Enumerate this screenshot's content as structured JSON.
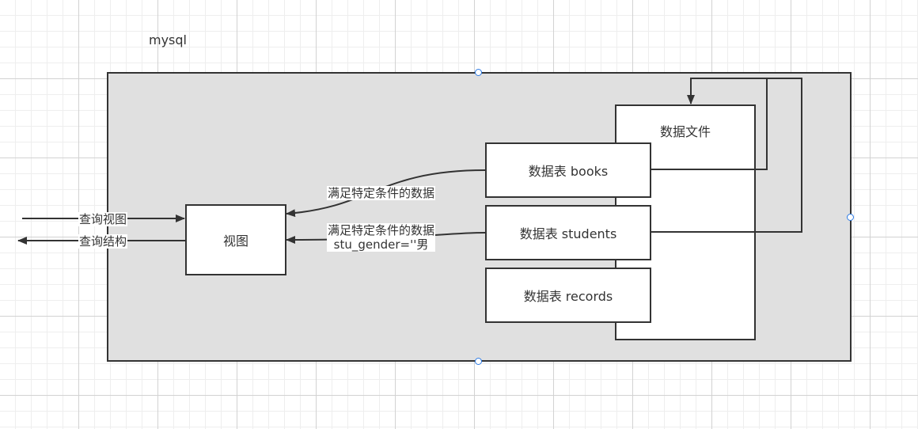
{
  "container": {
    "title": "mysql"
  },
  "nodes": {
    "view": "视图",
    "data_file": "数据文件",
    "table_books": "数据表 books",
    "table_students": "数据表 students",
    "table_records": "数据表 records"
  },
  "edges": {
    "query_view": "查询视图",
    "query_structure": "查询结构",
    "books_to_view": "满足特定条件的数据",
    "students_to_view_line1": "满足特定条件的数据",
    "students_to_view_line2": "stu_gender=''男"
  },
  "colors": {
    "stroke": "#333333",
    "container_fill": "#e0e0e0",
    "selection_handle": "#2d7be5"
  }
}
